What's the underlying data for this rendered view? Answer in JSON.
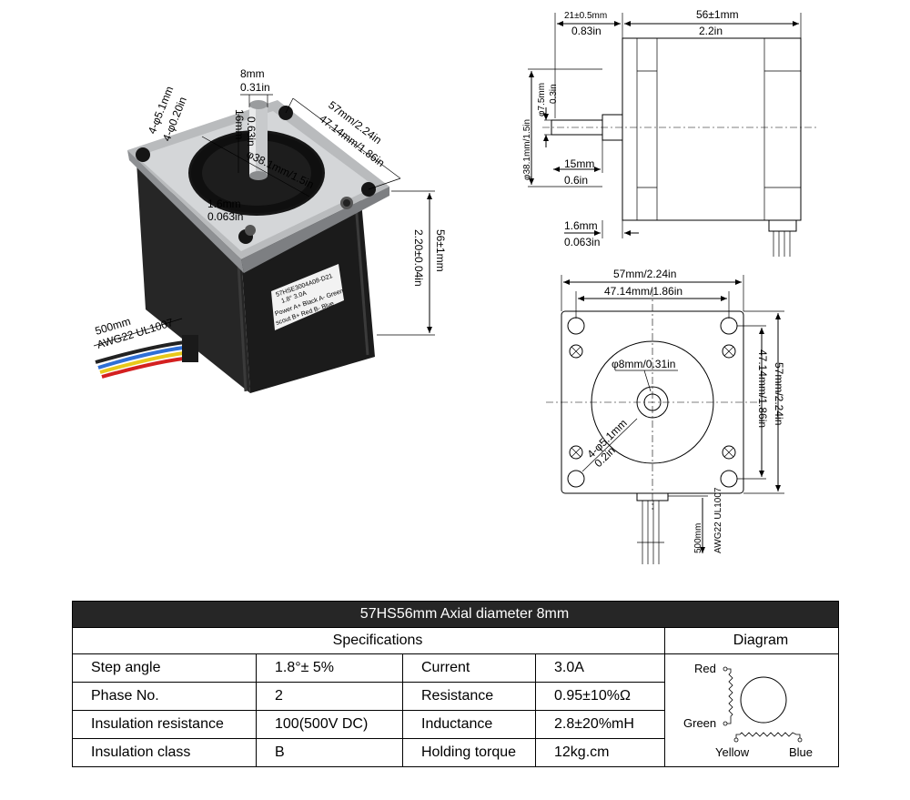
{
  "photo": {
    "shaft_mm": "8mm",
    "shaft_in": "0.31in",
    "hole": "4-φ5.1mm",
    "hole_in": "4-φ0.20in",
    "flange": "57mm/2.24in",
    "pitch": "47.14mm/1.86in",
    "boss_len": "16mm",
    "boss_len_in": "0.63in",
    "boss_dia": "φ38.1mm/1.5in",
    "boss_height": "1.6mm",
    "boss_height_in": "0.063in",
    "body_len": "56±1mm",
    "body_len_in": "2.20±0.04in",
    "lead_len": "500mm",
    "lead_spec": "AWG22 UL1007",
    "label": {
      "model": "57HSE3004A08-D21",
      "rating": "1.8°   3.0A",
      "wires_1": "Power  A+ Black  A- Green",
      "wires_2": "scout  B+ Red    B- Blue"
    }
  },
  "side_view": {
    "front_len": "21±0.5mm",
    "front_len_in": "0.83in",
    "body_len": "56±1mm",
    "body_len_in": "2.2in",
    "boss_dia": "φ38.1mm/1.5in",
    "shaft_dia": "φ7.5mm",
    "shaft_dia_in": "0.3in",
    "flat_len": "15mm",
    "flat_len_in": "0.6in",
    "boss_height": "1.6mm",
    "boss_height_in": "0.063in"
  },
  "front_view": {
    "width": "57mm/2.24in",
    "pitch": "47.14mm/1.86in",
    "height": "57mm/2.24in",
    "pitch_v": "47.14mm/1.86in",
    "shaft": "φ8mm/0.31in",
    "hole": "4-φ5.1mm",
    "hole_in": "0.2in",
    "lead_len": "500mm",
    "lead_spec": "AWG22 UL1007"
  },
  "table": {
    "title": "57HS56mm Axial diameter 8mm",
    "spec_header": "Specifications",
    "diagram_header": "Diagram",
    "rows": [
      {
        "k1": "Step angle",
        "v1": "1.8°± 5%",
        "k2": "Current",
        "v2": "3.0A"
      },
      {
        "k1": "Phase No.",
        "v1": "2",
        "k2": "Resistance",
        "v2": "0.95±10%Ω"
      },
      {
        "k1": "Insulation resistance",
        "v1": "100(500V  DC)",
        "k2": "Inductance",
        "v2": "2.8±20%mH"
      },
      {
        "k1": "Insulation class",
        "v1": "B",
        "k2": "Holding torque",
        "v2": "12kg.cm"
      }
    ],
    "diagram": {
      "red": "Red",
      "green": "Green",
      "yellow": "Yellow",
      "blue": "Blue"
    }
  }
}
